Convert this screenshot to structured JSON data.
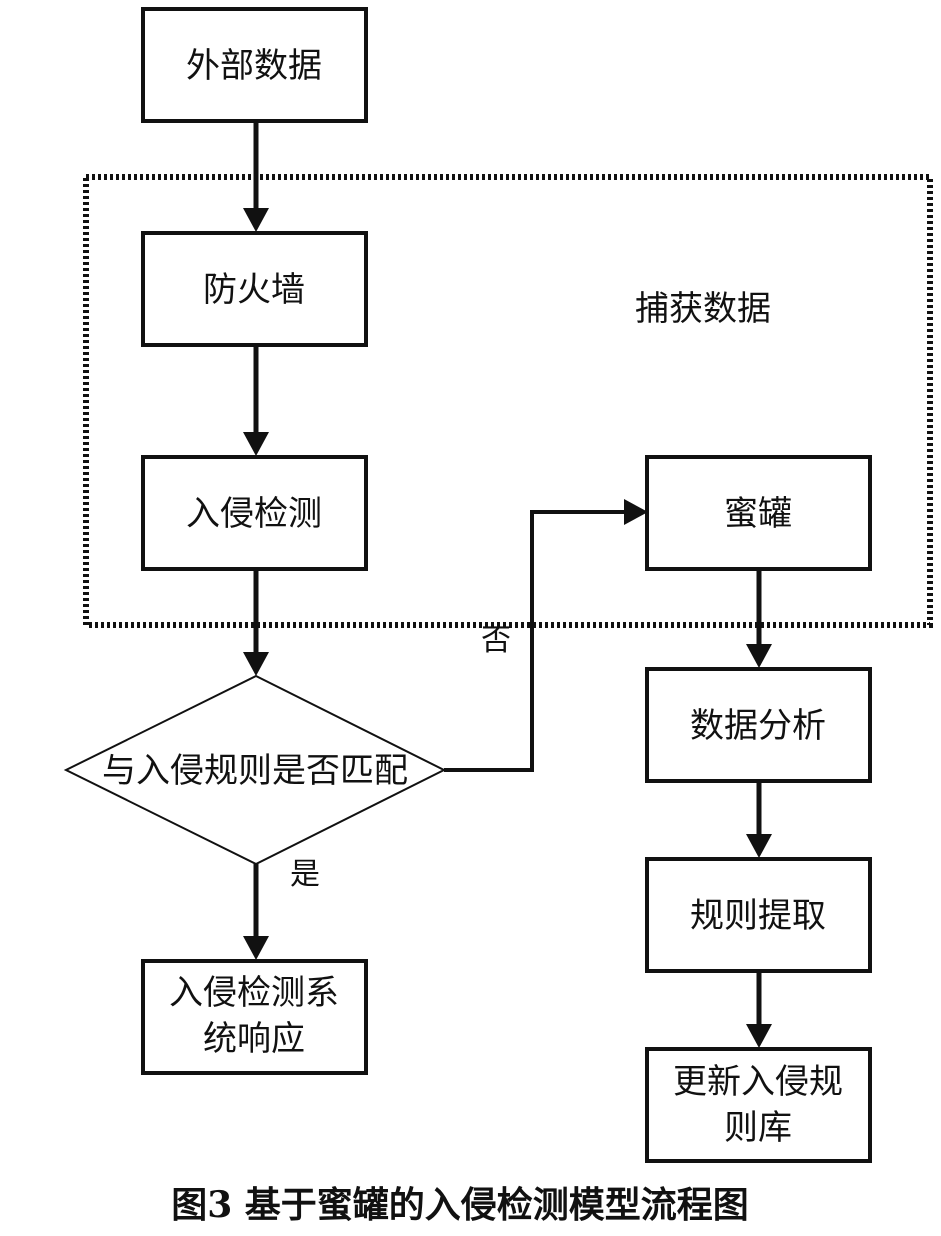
{
  "colors": {
    "stroke": "#111111",
    "background": "#ffffff"
  },
  "diagram": {
    "group": {
      "label": "捕获数据"
    },
    "nodes": {
      "external_data": {
        "label": "外部数据"
      },
      "firewall": {
        "label": "防火墙"
      },
      "intrusion_detection": {
        "label": "入侵检测"
      },
      "rule_match": {
        "label": "与入侵规则是否匹配"
      },
      "ids_response": {
        "line1": "入侵检测系",
        "line2": "统响应"
      },
      "honeypot": {
        "label": "蜜罐"
      },
      "data_analysis": {
        "label": "数据分析"
      },
      "rule_extraction": {
        "label": "规则提取"
      },
      "update_rules": {
        "line1": "更新入侵规",
        "line2": "则库"
      }
    },
    "edge_labels": {
      "no": "否",
      "yes": "是"
    }
  },
  "caption": "图3  基于蜜罐的入侵检测模型流程图"
}
